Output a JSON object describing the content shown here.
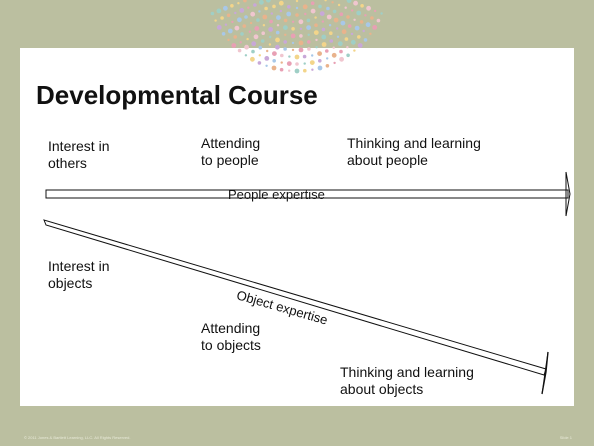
{
  "slide": {
    "title": "Developmental Course",
    "labels": {
      "interest_others": "Interest in\nothers",
      "attending_people": "Attending\nto people",
      "thinking_people": "Thinking and learning\nabout people",
      "people_expertise": "People expertise",
      "interest_objects": "Interest in\nobjects",
      "object_expertise": "Object expertise",
      "attending_objects": "Attending\nto objects",
      "thinking_objects": "Thinking and learning\nabout objects"
    },
    "footer_left": "© 2011 Jones & Bartlett Learning, LLC. All Rights Reserved.",
    "footer_right": "Slide 1"
  },
  "colors": {
    "frame": "#bbbfa0",
    "dots": [
      "#e8a0b4",
      "#f0c6cf",
      "#9fcfc6",
      "#f3d58a",
      "#c8a8d8",
      "#a8c8e8",
      "#e9b38c"
    ]
  }
}
